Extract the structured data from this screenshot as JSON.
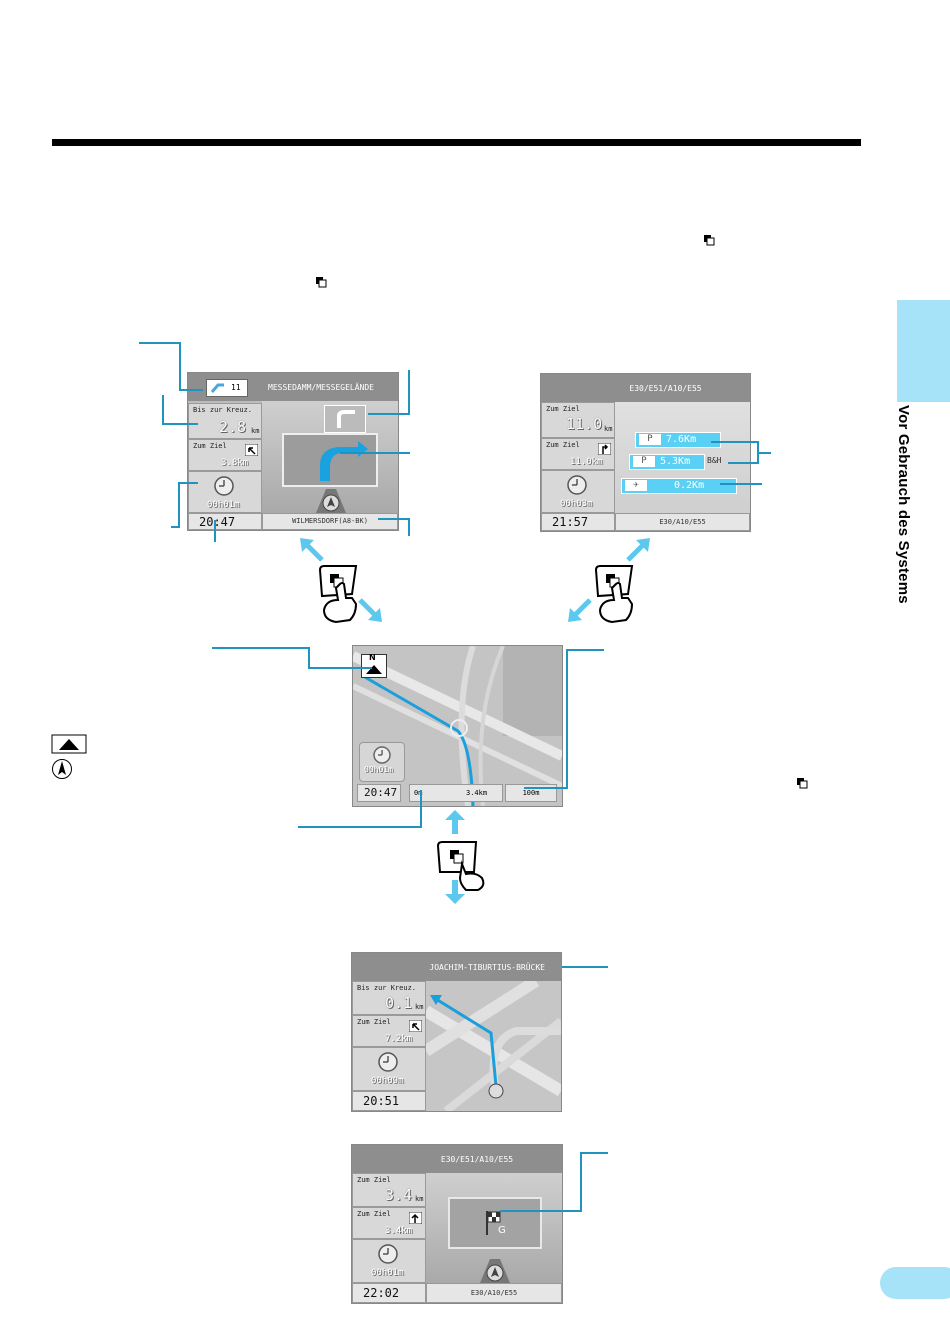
{
  "side": {
    "chapter": "Vor Gebrauch des Systems",
    "tab_color": "#a7e3f8"
  },
  "accent": "#1f94c0",
  "screens": {
    "s1": {
      "title": "MESSEDAMM/MESSEGELÄNDE",
      "exit_badge": "11",
      "dist_label": "Bis zur Kreuz.",
      "dist_value": "2.8",
      "dist_unit": "km",
      "goal_label": "Zum Ziel",
      "goal_value": "3.8km",
      "eta_value": "00h01m",
      "time": "20:47",
      "street": "WILMERSDORF(A8-BK)"
    },
    "s2": {
      "title": "E30/E51/A10/E55",
      "dest_label": "Zum Ziel",
      "dest_value": "11.0",
      "dest_unit": "km",
      "next_label": "Zum Ziel",
      "next_value": "11.0km",
      "eta_value": "00h03m",
      "time": "21:57",
      "street": "E30/A10/E55",
      "poi": [
        {
          "tag": "P",
          "value": "7.6Km"
        },
        {
          "tag": "P",
          "value": "5.3Km",
          "extra": "B&H"
        },
        {
          "tag": "✈",
          "value": "0.2Km"
        }
      ]
    },
    "s3": {
      "compass": "N",
      "eta_value": "00h01m",
      "time": "20:47",
      "scale_text": "0m",
      "dist_text": "3.4km",
      "zoom_text": "100m"
    },
    "s4": {
      "title": "JOACHIM-TIBURTIUS-BRÜCKE",
      "dist_label": "Bis zur Kreuz.",
      "dist_value": "0.1",
      "dist_unit": "km",
      "goal_label": "Zum Ziel",
      "goal_value": "7.2km",
      "eta_value": "00h09m",
      "time": "20:51"
    },
    "s5": {
      "title": "E30/E51/A10/E55",
      "dest_label": "Zum Ziel",
      "dest_value": "3.4",
      "dest_unit": "km",
      "next_label": "Zum Ziel",
      "next_value": "3.4km",
      "eta_value": "00h01m",
      "time": "22:02",
      "street": "E30/A10/E55"
    }
  },
  "icons": [
    "display-button-icon",
    "touch-hand-icon",
    "north-up-icon",
    "heading-up-icon",
    "clock-icon",
    "turn-arrow-icon",
    "goal-flag-icon"
  ]
}
